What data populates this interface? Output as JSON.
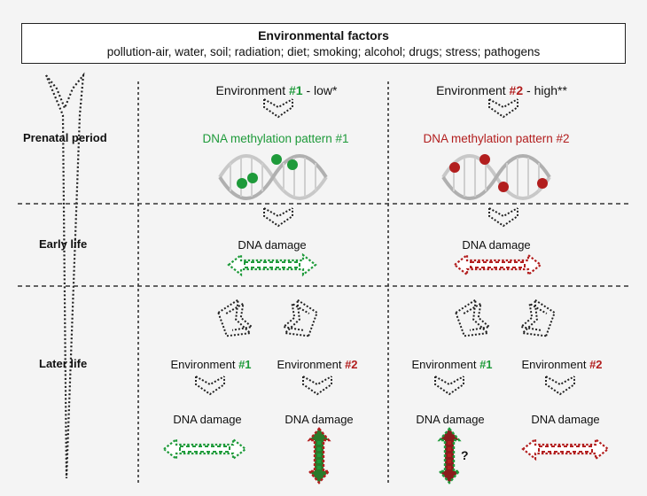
{
  "header": {
    "title": "Environmental factors",
    "factors": "pollution-air, water, soil; radiation; diet; smoking; alcohol; drugs; stress; pathogens"
  },
  "stages": {
    "prenatal": "Prenatal period",
    "early": "Early life",
    "later": "Later life"
  },
  "environments": {
    "env_word": "Environment",
    "low_num": "#1",
    "low_suffix": " - low*",
    "high_num": "#2",
    "high_suffix": " - high**",
    "num1": "#1",
    "num2": "#2"
  },
  "methylation": {
    "pattern1": "DNA methylation pattern #1",
    "pattern2": "DNA methylation pattern #2"
  },
  "dna_damage": "DNA damage",
  "uncertain_mark": "?",
  "colors": {
    "green": "#1e9a3a",
    "red": "#b21e1e",
    "dark": "#222222",
    "helix": "#c8c8c8"
  }
}
